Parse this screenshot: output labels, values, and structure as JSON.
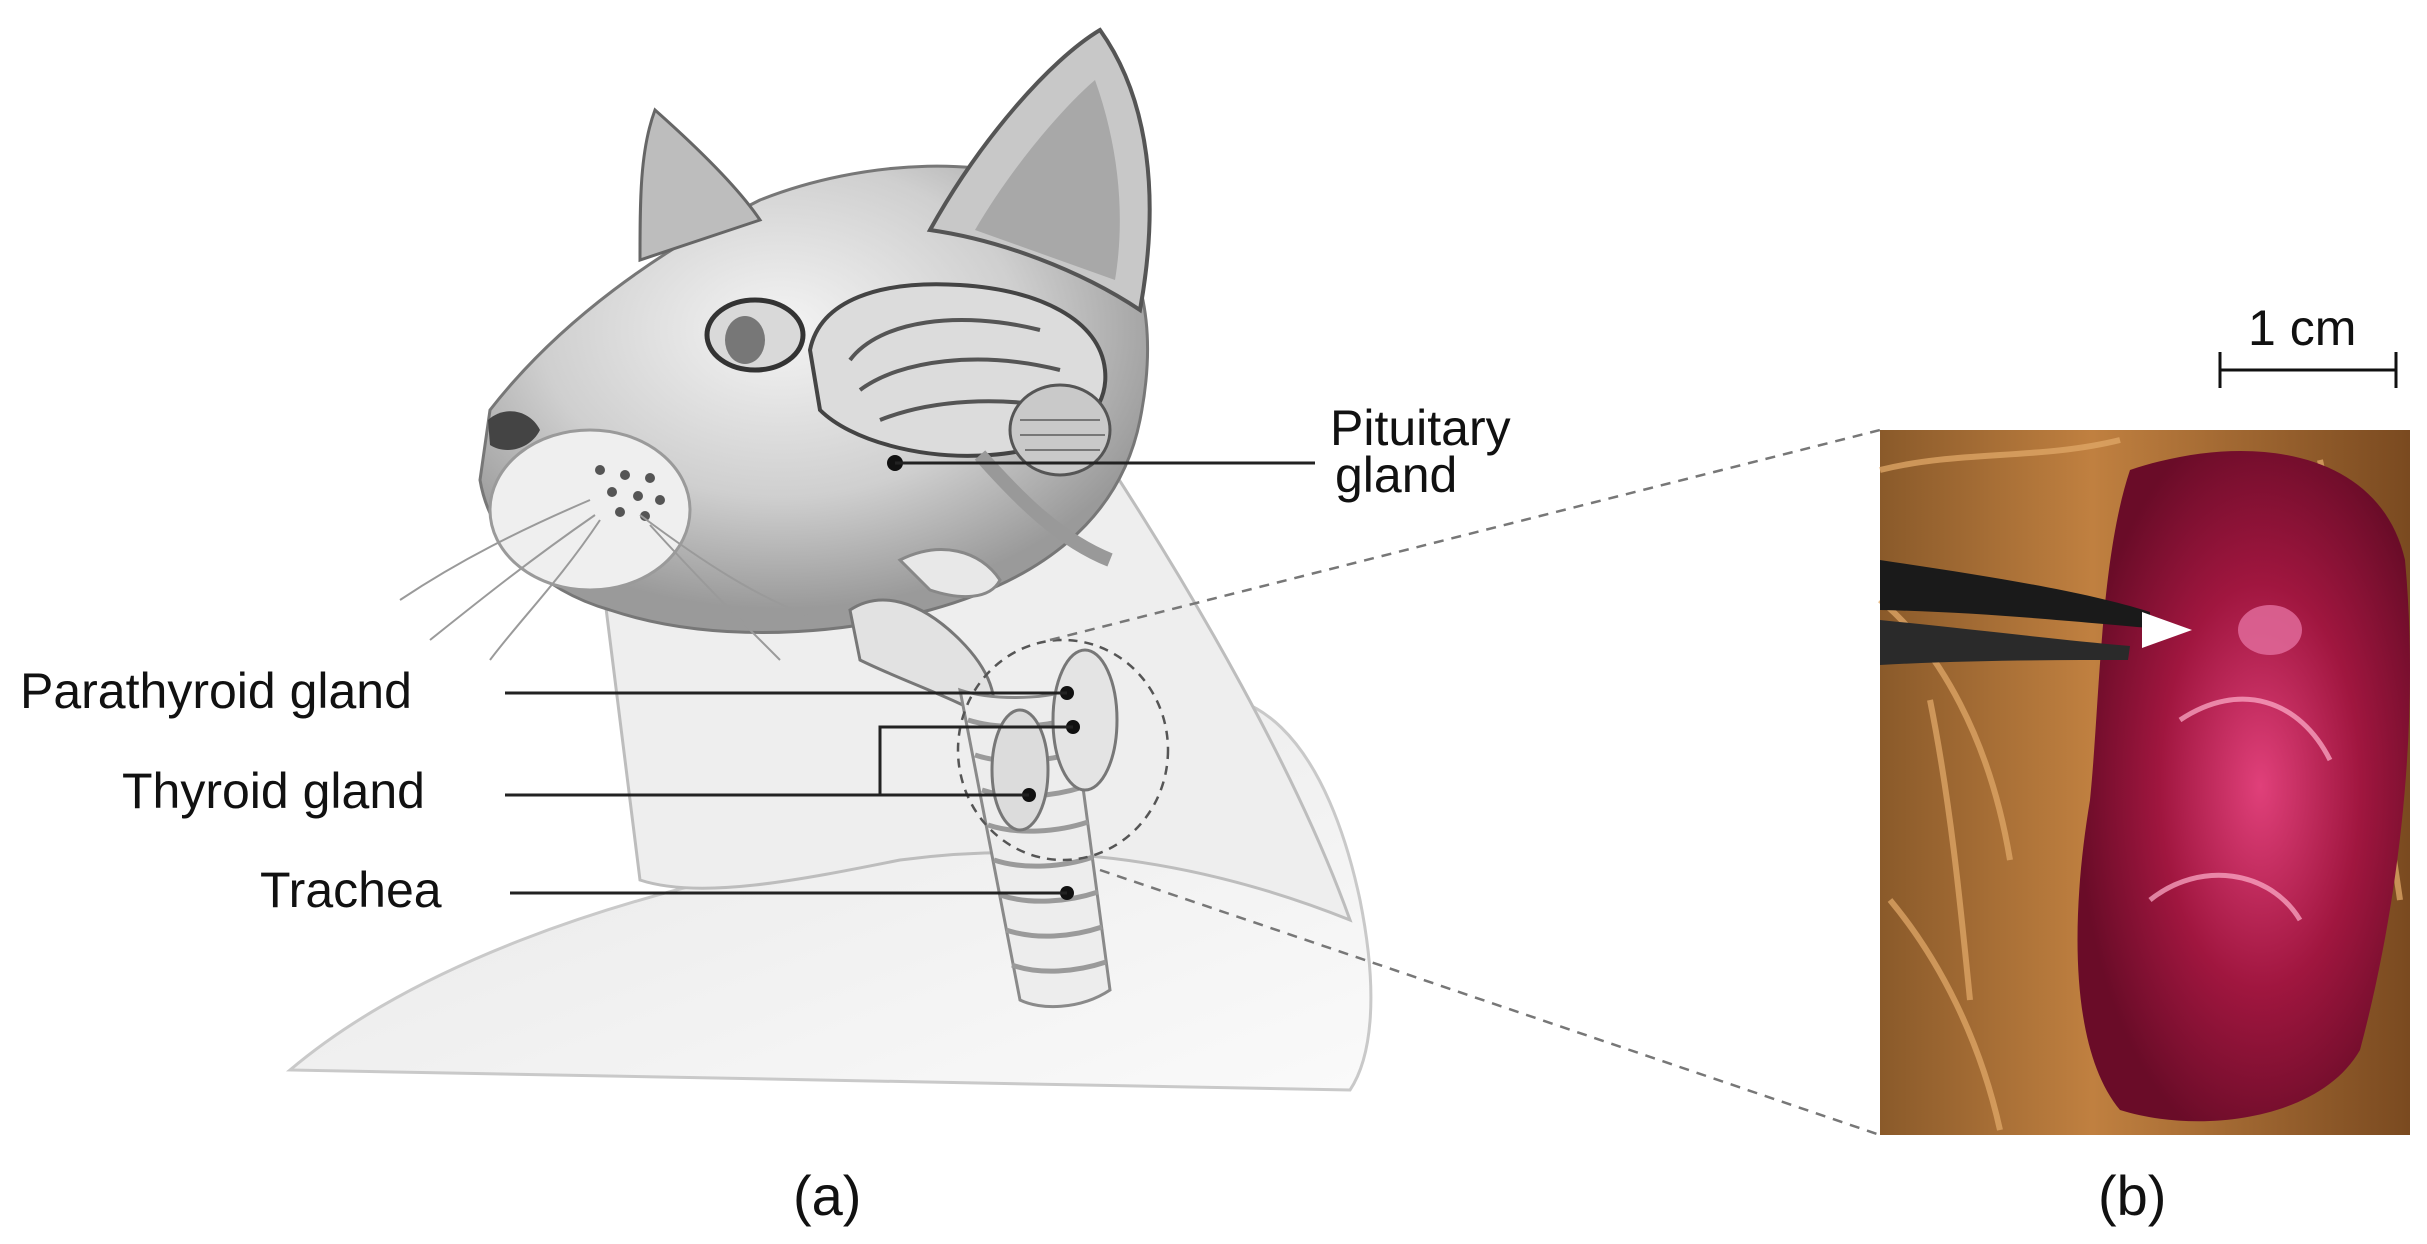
{
  "figure": {
    "labels": {
      "pituitary_line1": "Pituitary",
      "pituitary_line2": "gland",
      "parathyroid": "Parathyroid gland",
      "thyroid": "Thyroid gland",
      "trachea": "Trachea"
    },
    "scale_bar": {
      "text": "1 cm"
    },
    "panels": {
      "a": "(a)",
      "b": "(b)"
    }
  }
}
